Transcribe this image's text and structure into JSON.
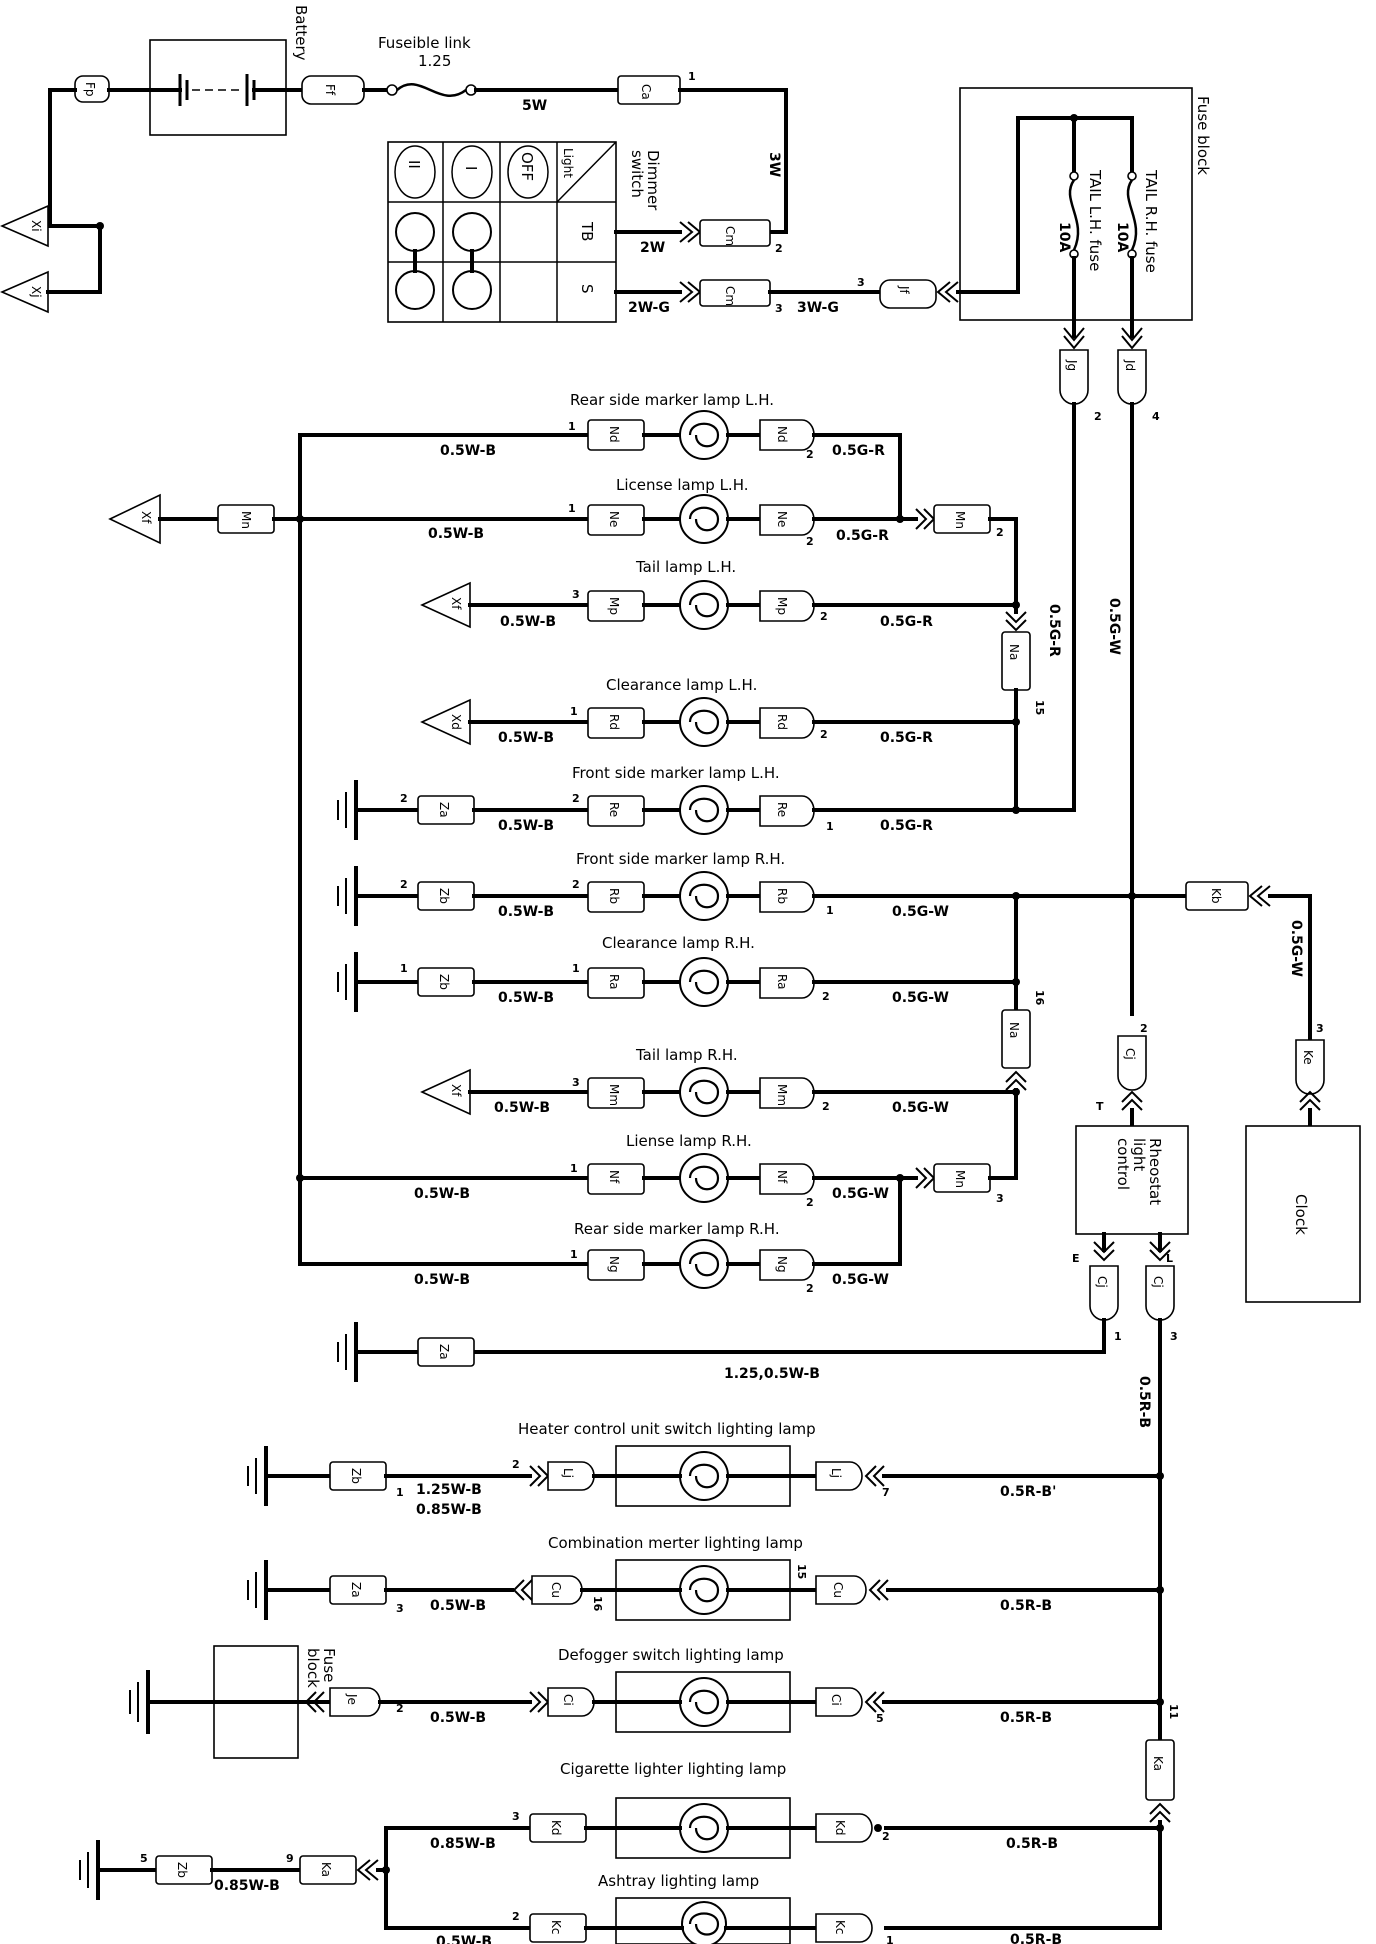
{
  "battery": {
    "label": "Battery"
  },
  "fuse_link": {
    "label": "Fuseible link",
    "rating": "1.25"
  },
  "fuse_block": {
    "label": "Fuse block",
    "tail_rh": "TAIL R.H. fuse",
    "tail_lh": "TAIL L.H. fuse",
    "rating_rh": "10A",
    "rating_lh": "10A"
  },
  "dimmer": {
    "label1": "Dimmer",
    "label2": "switch",
    "col_light": "Light",
    "pos_off": "OFF",
    "pos_i": "I",
    "pos_ii": "II",
    "row_tb": "TB",
    "row_s": "S"
  },
  "rheostat": {
    "line1": "Rheostat",
    "line2": "light",
    "line3": "control",
    "term_t": "T",
    "term_e": "E",
    "term_l": "L"
  },
  "clock": {
    "label": "Clock"
  },
  "fuse_block2": {
    "line1": "Fuse",
    "line2": "block"
  },
  "lamps": {
    "rear_sm_lh": "Rear side marker lamp L.H.",
    "license_lh": "License lamp L.H.",
    "tail_lh": "Tail lamp L.H.",
    "clearance_lh": "Clearance lamp L.H.",
    "front_sm_lh": "Front side marker lamp L.H.",
    "front_sm_rh": "Front side marker lamp R.H.",
    "clearance_rh": "Clearance lamp R.H.",
    "tail_rh": "Tail lamp R.H.",
    "license_rh": "Liense lamp R.H.",
    "rear_sm_rh": "Rear side marker lamp R.H.",
    "heater": "Heater control unit switch lighting lamp",
    "combination": "Combination merter lighting lamp",
    "defogger": "Defogger switch lighting lamp",
    "cigarette": "Cigarette lighter lighting lamp",
    "ashtray": "Ashtray lighting lamp"
  },
  "wires": {
    "w5W": "5W",
    "w3W": "3W",
    "w2W": "2W",
    "w2WG": "2W-G",
    "w3WG": "3W-G",
    "w05WB": "0.5W-B",
    "w05GR": "0.5G-R",
    "w05GW": "0.5G-W",
    "w125_05WB": "1.25,0.5W-B",
    "w05RB": "0.5R-B",
    "w05RBp": "0.5R-B'",
    "w125WB": "1.25W-B",
    "w085WB": "0.85W-B"
  },
  "connectors": {
    "Fp": "Fp",
    "Ff": "Ff",
    "Ca": "Ca",
    "Cm": "Cm",
    "Jf": "Jf",
    "Jg": "Jg",
    "Jd": "Jd",
    "Nd": "Nd",
    "Ne": "Ne",
    "Mn": "Mn",
    "Mp": "Mp",
    "Na": "Na",
    "Rd": "Rd",
    "Re": "Re",
    "Za": "Za",
    "Zb": "Zb",
    "Rb": "Rb",
    "Ra": "Ra",
    "Mm": "Mm",
    "Nf": "Nf",
    "Ng": "Ng",
    "Kb": "Kb",
    "Cj": "Cj",
    "Ke": "Ke",
    "Lj": "Lj",
    "Cu": "Cu",
    "Je": "Je",
    "Ci": "Ci",
    "Kd": "Kd",
    "Kc": "Kc",
    "Ka": "Ka"
  },
  "grounds": {
    "Xi": "Xi",
    "Xj": "Xj",
    "Xf": "Xf",
    "Xd": "Xd"
  },
  "pins": {
    "p1": "1",
    "p2": "2",
    "p3": "3",
    "p4": "4",
    "p5": "5",
    "p7": "7",
    "p9": "9",
    "p11": "11",
    "p15": "15",
    "p16": "16"
  }
}
